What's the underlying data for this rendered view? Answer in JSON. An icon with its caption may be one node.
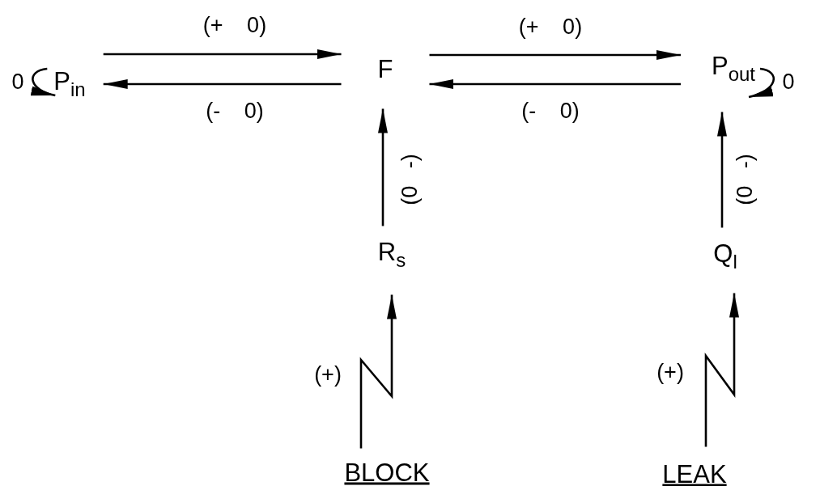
{
  "diagram": {
    "nodes": [
      {
        "text": [
          "P$_{in}$"
        ]
      },
      {
        "text": [
          "F"
        ]
      },
      {
        "text": [
          "P$_{out}$"
        ]
      },
      {
        "text": [
          "R$_{s}$"
        ]
      },
      {
        "text": [
          "Q$_{l}$"
        ]
      },
      {
        "text": [
          "BLOCK"
        ]
      },
      {
        "text": [
          "LEAK"
        ]
      }
    ],
    "edges": [
      {
        "from": 0,
        "to": 1,
        "arrow": "to",
        "label": "(+ 0)"
      },
      {
        "from": 1,
        "to": 0,
        "arrow": "to",
        "label": "(- 0)"
      },
      {
        "from": 1,
        "to": 2,
        "arrow": "to",
        "label": "(+ 0)"
      },
      {
        "from": 2,
        "to": 1,
        "arrow": "to",
        "label": "(- 0)"
      },
      {
        "from": 3,
        "to": 1,
        "arrow": "to",
        "label": "(0 -)"
      },
      {
        "from": 4,
        "to": 2,
        "arrow": "to",
        "label": "(0 -)"
      },
      {
        "from": 5,
        "to": 3,
        "arrow": "to",
        "label": "(+)"
      },
      {
        "from": 6,
        "to": 4,
        "arrow": "to",
        "label": "(+)"
      },
      {
        "from": 0,
        "to": 0,
        "arrow": "to",
        "label": "0"
      },
      {
        "from": 2,
        "to": 2,
        "arrow": "to",
        "label": "0"
      }
    ]
  }
}
